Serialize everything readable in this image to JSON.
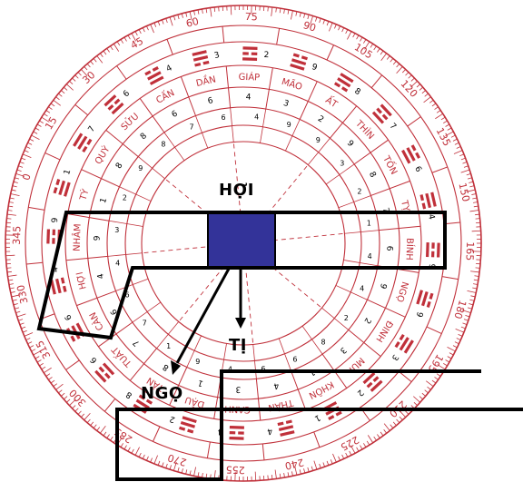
{
  "colors": {
    "ring": "#c0303a",
    "overlay": "#000000",
    "center_block": "#333399"
  },
  "degree_labels": [
    "0",
    "15",
    "30",
    "45",
    "60",
    "75",
    "90",
    "105",
    "120",
    "135",
    "150",
    "165",
    "180",
    "195",
    "210",
    "225",
    "240",
    "255",
    "270",
    "285",
    "300",
    "315",
    "330",
    "345"
  ],
  "mountains": [
    "TÝ",
    "QUÝ",
    "SỬU",
    "CẤN",
    "DẦN",
    "GIÁP",
    "MÃO",
    "ẤT",
    "THÌN",
    "TỐN",
    "TỴ",
    "BÍNH",
    "NGỌ",
    "ĐINH",
    "MÙI",
    "KHÔN",
    "THÂN",
    "CANH",
    "DẬU",
    "TÂN",
    "TUẤT",
    "CÀN",
    "HỢI",
    "NHÂM"
  ],
  "mountain_numbers": [
    "1",
    "8",
    "8",
    "6",
    "6",
    "4",
    "3",
    "2",
    "9",
    "8",
    "7",
    "6",
    "9",
    "2",
    "3",
    "1",
    "4",
    "3",
    "1",
    "8",
    "7",
    "6",
    "4",
    "9"
  ],
  "trigram_numbers": [
    "1",
    "7",
    "6",
    "4",
    "3",
    "2",
    "9",
    "8",
    "7",
    "6",
    "4",
    "9",
    "9",
    "3",
    "2",
    "1",
    "4",
    "4",
    "2",
    "8",
    "6",
    "6",
    "4",
    "9"
  ],
  "labels": {
    "hoi": "HỢI",
    "ti": "TỊ",
    "ngo": "NGỌ"
  }
}
